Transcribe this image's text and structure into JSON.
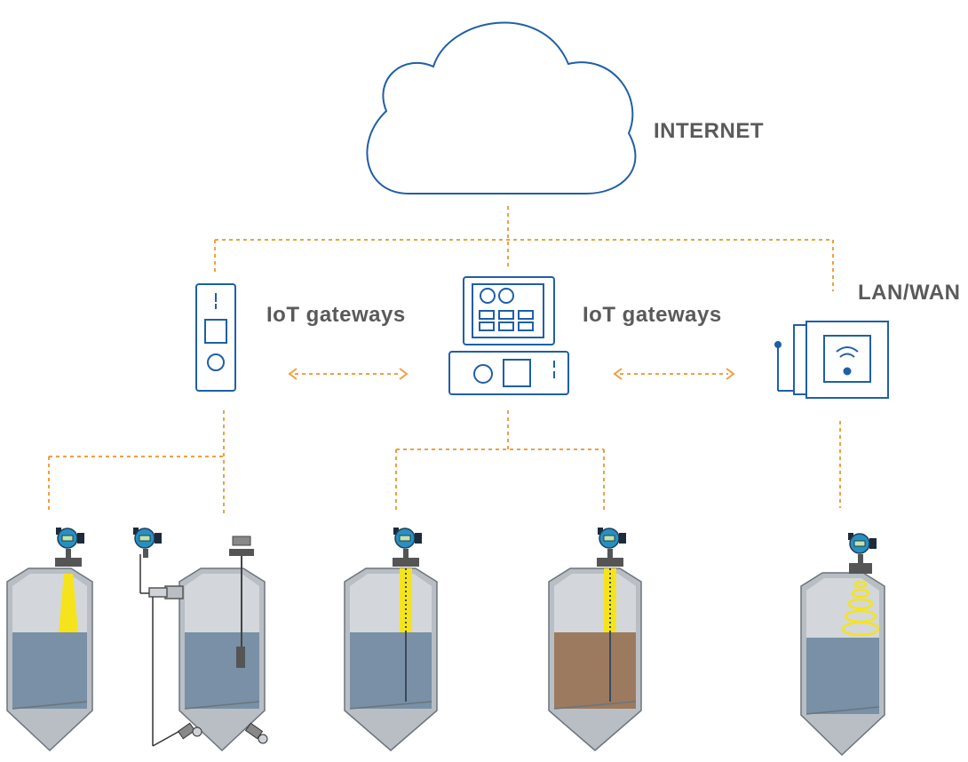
{
  "labels": {
    "internet": "INTERNET",
    "gateways_left": "IoT gateways",
    "gateways_right": "IoT gateways",
    "lan_wan": "LAN/WAN"
  },
  "colors": {
    "outline": "#1f5fa8",
    "connector": "#f0a040",
    "tank_wall": "#b8bec4",
    "tank_top": "#d3d7db",
    "water": "#7990a6",
    "sediment": "#9b7a60",
    "signal": "#f2e020",
    "transmitter_head": "#2a8fc0"
  },
  "icons": {
    "cloud": "cloud-icon",
    "gateway_left": "handheld-gateway-icon",
    "gateway_center": "computer-gateway-icon",
    "gateway_right": "wireless-gateway-icon",
    "transmitter": "level-transmitter-icon"
  }
}
